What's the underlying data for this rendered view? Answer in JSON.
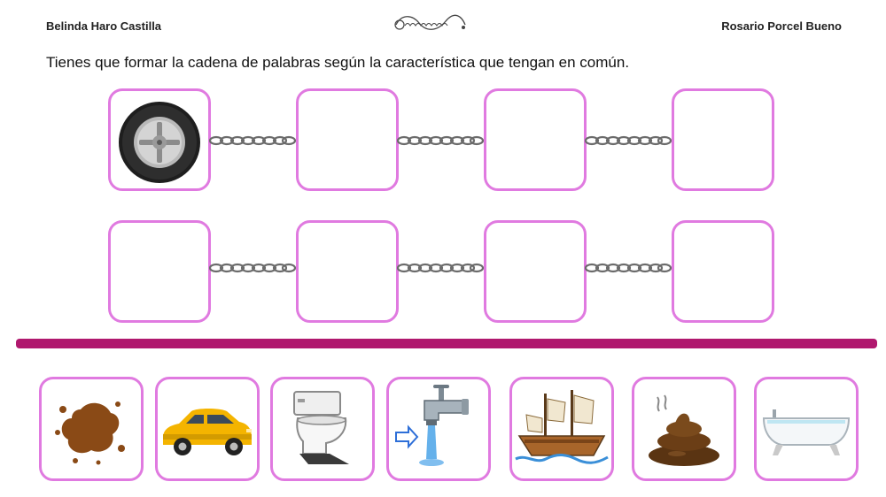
{
  "header": {
    "author_left": "Belinda Haro Castilla",
    "author_right": "Rosario Porcel Bueno",
    "logo_icon": "comunicar-nos-logo"
  },
  "instruction": "Tienes que formar la cadena de  palabras según la característica que tengan en común.",
  "chain_rows": [
    {
      "slots": [
        "tire-icon",
        "",
        "",
        ""
      ]
    },
    {
      "slots": [
        "",
        "",
        "",
        ""
      ]
    }
  ],
  "options": [
    {
      "icon": "mud-stain-icon"
    },
    {
      "icon": "yellow-car-icon"
    },
    {
      "icon": "toilet-icon"
    },
    {
      "icon": "water-tap-icon"
    },
    {
      "icon": "ship-icon"
    },
    {
      "icon": "poop-icon"
    },
    {
      "icon": "bathtub-icon"
    }
  ],
  "colors": {
    "slot_border": "#e07ae0",
    "divider": "#b0186e"
  }
}
